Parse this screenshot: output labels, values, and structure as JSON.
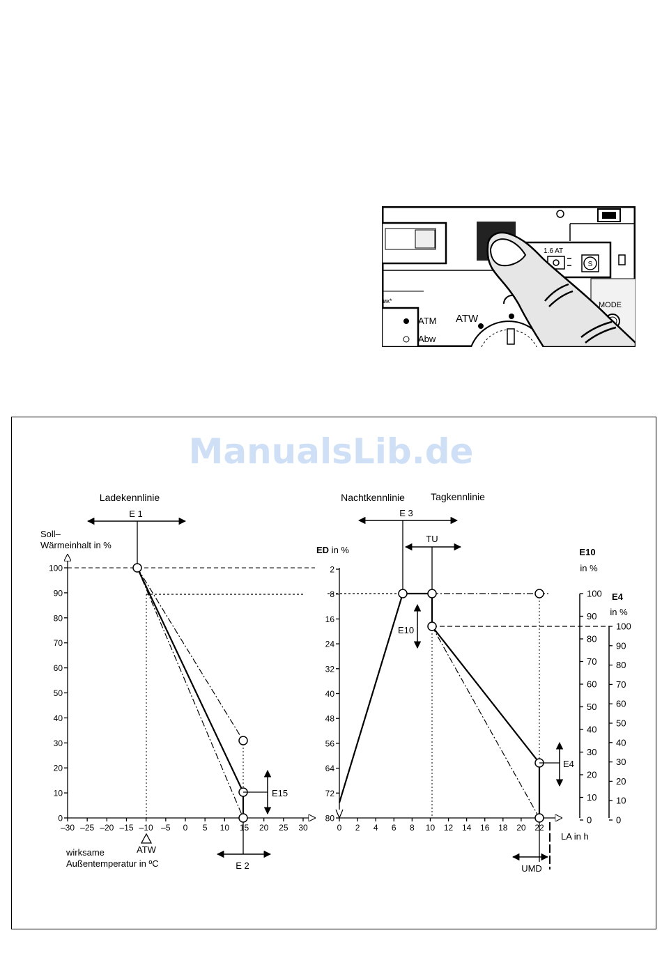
{
  "watermark": "ManualsLib.de",
  "photo": {
    "fuse_label": "1.6 AT",
    "s_button": "S",
    "mode_label": "MODE",
    "atw_label": "ATW",
    "atm_label": "ATM",
    "abw_label": "Abw",
    "partial_text": "ик*"
  },
  "left_chart": {
    "title": "Ladekennlinie",
    "e1": "E 1",
    "ylabel_line1": "Soll–",
    "ylabel_line2": "Wärmeinhalt in %",
    "y_ticks": [
      "100",
      "90",
      "80",
      "70",
      "60",
      "50",
      "40",
      "30",
      "20",
      "10",
      "0"
    ],
    "x_ticks": [
      "–30",
      "–25",
      "–20",
      "–15",
      "–10",
      "–5",
      "0",
      "5",
      "10",
      "15",
      "20",
      "25",
      "30"
    ],
    "atw": "ATW",
    "xlabel_line1": "wirksame",
    "xlabel_line2": "Außentemperatur in ºC",
    "e2": "E 2",
    "e15": "E15"
  },
  "right_chart": {
    "night_title": "Nachtkennlinie",
    "day_title": "Tagkennlinie",
    "e3": "E 3",
    "tu": "TU",
    "ed_bold": "ED",
    "ed_rest": " in %",
    "ed_ticks": [
      "2",
      "8",
      "16",
      "24",
      "32",
      "40",
      "48",
      "56",
      "64",
      "72",
      "80"
    ],
    "x_ticks": [
      "0",
      "2",
      "4",
      "6",
      "8",
      "10",
      "12",
      "14",
      "16",
      "18",
      "20",
      "22"
    ],
    "e10_side": "E10",
    "la": "LA in h",
    "umd": "UMD",
    "e4_side": "E4",
    "e10_title": "E10",
    "e10_unit": "in  %",
    "e10_ticks": [
      "100",
      "90",
      "80",
      "70",
      "60",
      "50",
      "40",
      "30",
      "20",
      "10",
      "0"
    ],
    "e4_title": "E4",
    "e4_unit": "in  %",
    "e4_ticks": [
      "100",
      "90",
      "80",
      "70",
      "60",
      "50",
      "40",
      "30",
      "20",
      "10",
      "0"
    ]
  }
}
